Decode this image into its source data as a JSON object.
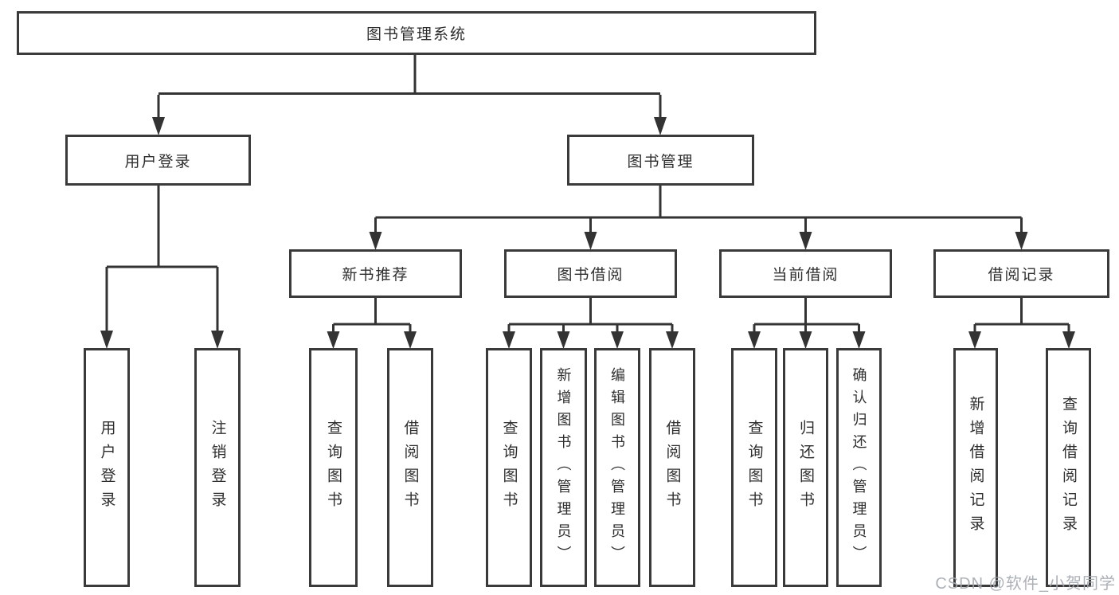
{
  "diagram": {
    "title": "图书管理系统",
    "colors": {
      "line": "#333333",
      "box_border": "#3a3a3a",
      "text": "#2e2e2e",
      "watermark": "#a4a9b0"
    },
    "level1": {
      "user_login": "用户登录",
      "book_mgmt": "图书管理"
    },
    "level2": {
      "new_book": "新书推荐",
      "book_borrow": "图书借阅",
      "current_borrow": "当前借阅",
      "borrow_record": "借阅记录"
    },
    "leaves": {
      "user_login": [
        "用户登录",
        "注销登录"
      ],
      "new_book": [
        "查询图书",
        "借阅图书"
      ],
      "book_borrow": [
        "查询图书",
        "新增图书（管理员）",
        "编辑图书（管理员）",
        "借阅图书"
      ],
      "current_borrow": [
        "查询图书",
        "归还图书",
        "确认归还（管理员）"
      ],
      "borrow_record": [
        "新增借阅记录",
        "查询借阅记录"
      ]
    },
    "watermark": "CSDN @软件_小贺同学"
  }
}
